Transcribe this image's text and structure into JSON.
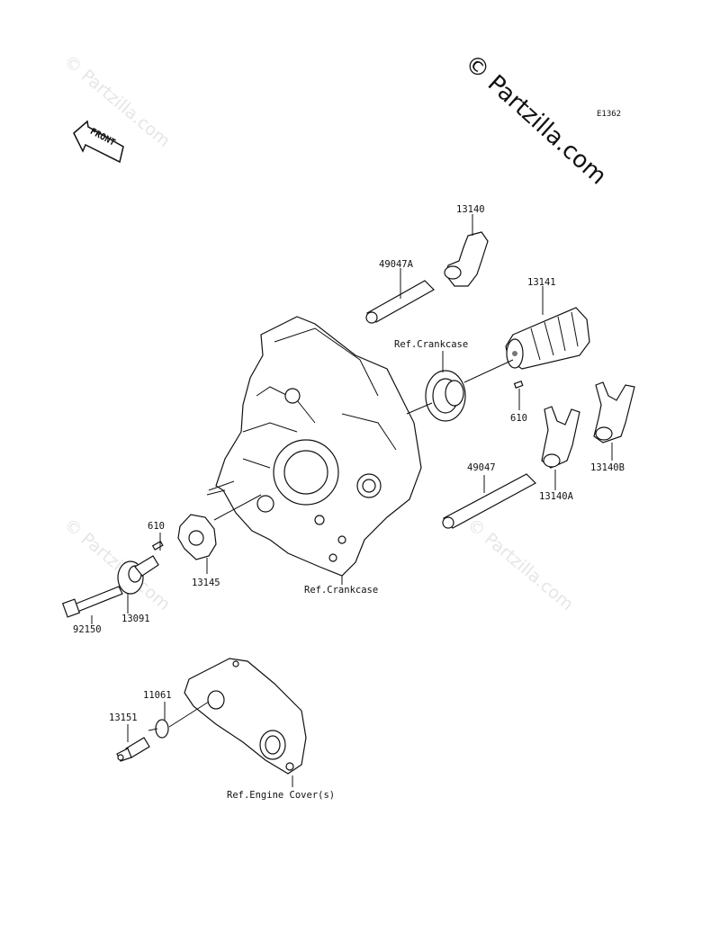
{
  "diagram_code": "E1362",
  "watermark_main": "© Partzilla.com",
  "watermark_faint": "© Partzilla.com",
  "front_label": "FRONT",
  "labels": {
    "p13140": "13140",
    "p49047A": "49047A",
    "p13141": "13141",
    "ref_crankcase_top": "Ref.Crankcase",
    "p610_right": "610",
    "p13140B": "13140B",
    "p49047": "49047",
    "p13140A": "13140A",
    "p610_left": "610",
    "p13145": "13145",
    "ref_crankcase_bottom": "Ref.Crankcase",
    "p92150": "92150",
    "p13091": "13091",
    "p11061": "11061",
    "p13151": "13151",
    "ref_engine_cover": "Ref.Engine Cover(s)"
  }
}
